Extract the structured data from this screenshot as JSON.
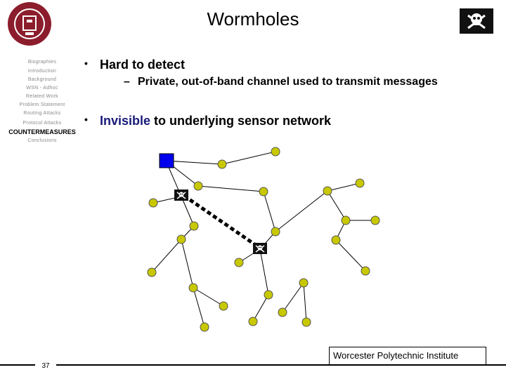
{
  "slide": {
    "title": "Wormholes",
    "page_number": "37",
    "footer": "Worcester Polytechnic Institute",
    "logo_icon": "wpi-seal-icon",
    "corner_icon": "skull-crossbones-icon"
  },
  "nav": {
    "items": [
      {
        "label": "Biographies"
      },
      {
        "label": "Introduction"
      },
      {
        "label": "Background"
      },
      {
        "label": "WSN - Adhoc"
      },
      {
        "label": "Related Work"
      },
      {
        "label": "Problem Statement"
      },
      {
        "label": "Routing Attacks"
      },
      {
        "label": "Protocol Attacks"
      },
      {
        "label": "COUNTERMEASURES",
        "active": true
      },
      {
        "label": "Conclusions"
      }
    ]
  },
  "content": {
    "bullet1": "Hard to detect",
    "sub1": "Private, out-of-band channel used to transmit messages",
    "bullet2_highlight": "Invisible",
    "bullet2_rest": " to underlying sensor network"
  },
  "colors": {
    "sensor_node": "#c8c800",
    "base_station": "#0000ee",
    "wormhole_link": "#000000",
    "highlight_text": "#1a1a7a"
  }
}
